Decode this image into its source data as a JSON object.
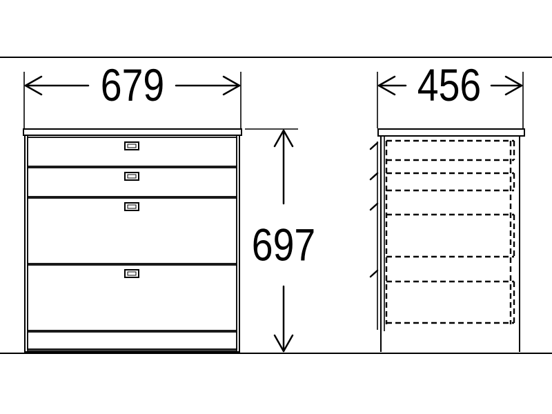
{
  "dimensions": {
    "width": "679",
    "height": "697",
    "depth": "456"
  },
  "colors": {
    "line": "#000000",
    "background": "#ffffff"
  }
}
